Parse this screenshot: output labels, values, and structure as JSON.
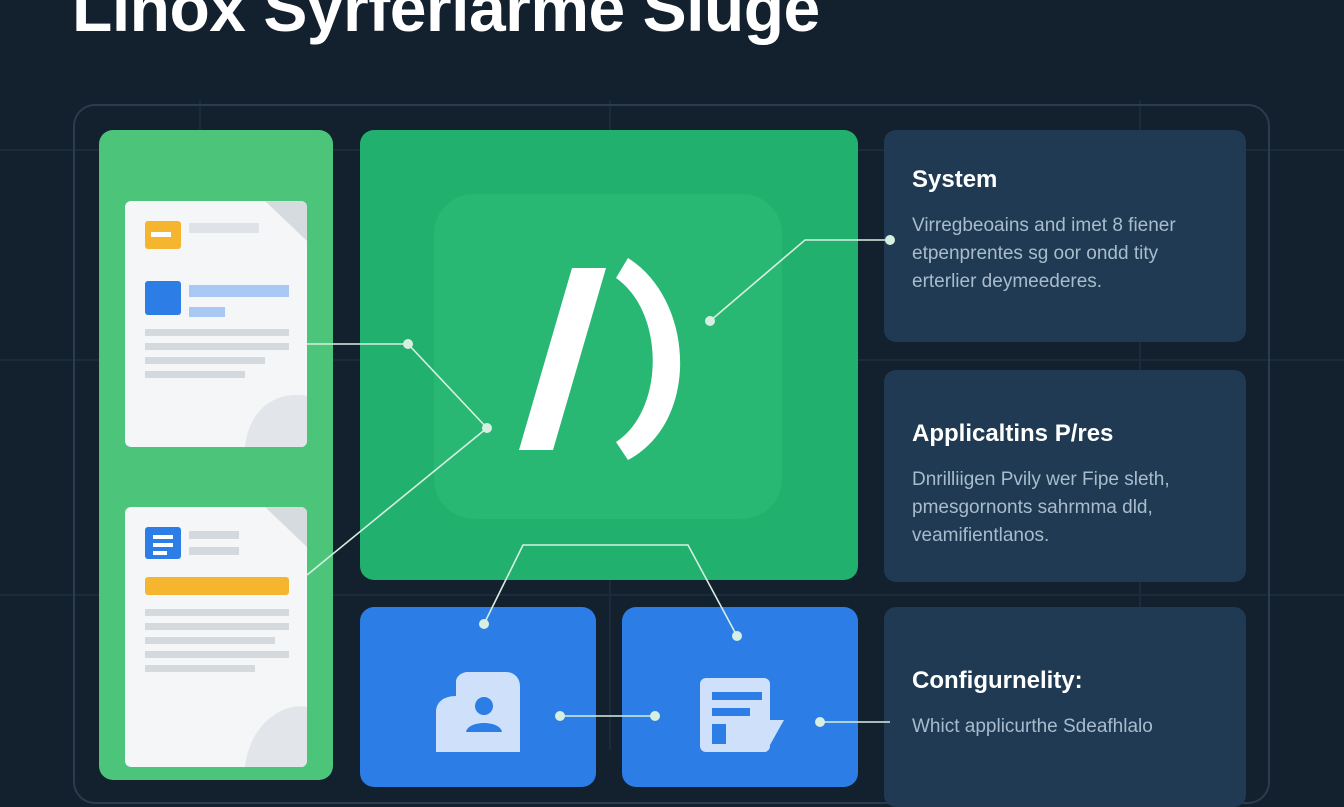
{
  "header": {
    "title": "Linox Syrferlarme Sluge"
  },
  "cards": [
    {
      "title": "System",
      "lines": [
        "Virregbeoains and imet 8 fiener",
        "etpenprentes sg oor ondd tity",
        "erterlier deymeederes."
      ]
    },
    {
      "title": "Applicaltins P/res",
      "lines": [
        "Dnrilliigen Pvily wer Fipe sleth,",
        "pmesgornonts  sahrmma dld,",
        "veamifientlanos."
      ]
    },
    {
      "title": "Configurnelity:",
      "lines": [
        "Whict applicurthe Sdeafhlalo"
      ]
    }
  ],
  "icons": {
    "center": "slash-paren-glyph-icon",
    "blue_left": "user-shield-icon",
    "blue_right": "config-document-icon",
    "doc_top": "document-icon",
    "doc_bottom": "document-list-icon"
  },
  "colors": {
    "background": "#13202d",
    "green_light": "#4cc47a",
    "green_main": "#22b06e",
    "blue": "#2c7de6",
    "card": "#1f3a52",
    "accent_yellow": "#f5b52e"
  }
}
